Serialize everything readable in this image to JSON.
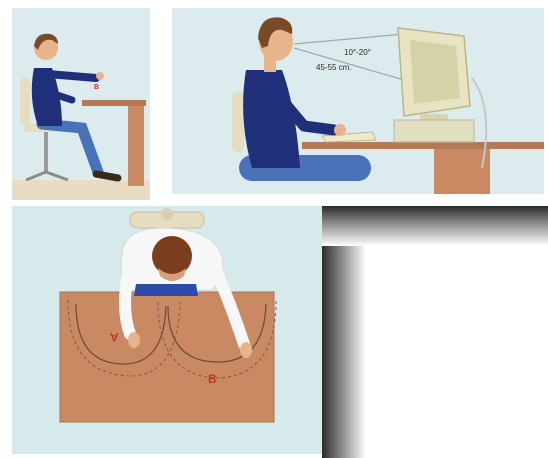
{
  "side_view": {
    "zone_label": "B"
  },
  "monitor_view": {
    "angle_label": "10°-20°",
    "distance_label": "45-55 cm."
  },
  "top_view": {
    "zone_a_label": "A",
    "zone_b_label": "B"
  },
  "colors": {
    "background_panel": "#dcecee",
    "desk": "#c98a63",
    "shirt": "#1f2f7a",
    "trousers": "#4a72b8",
    "hair": "#7a4a26",
    "skin": "#e8b48c",
    "zone_text": "#c0392b",
    "monitor": "#e8e4c2"
  }
}
